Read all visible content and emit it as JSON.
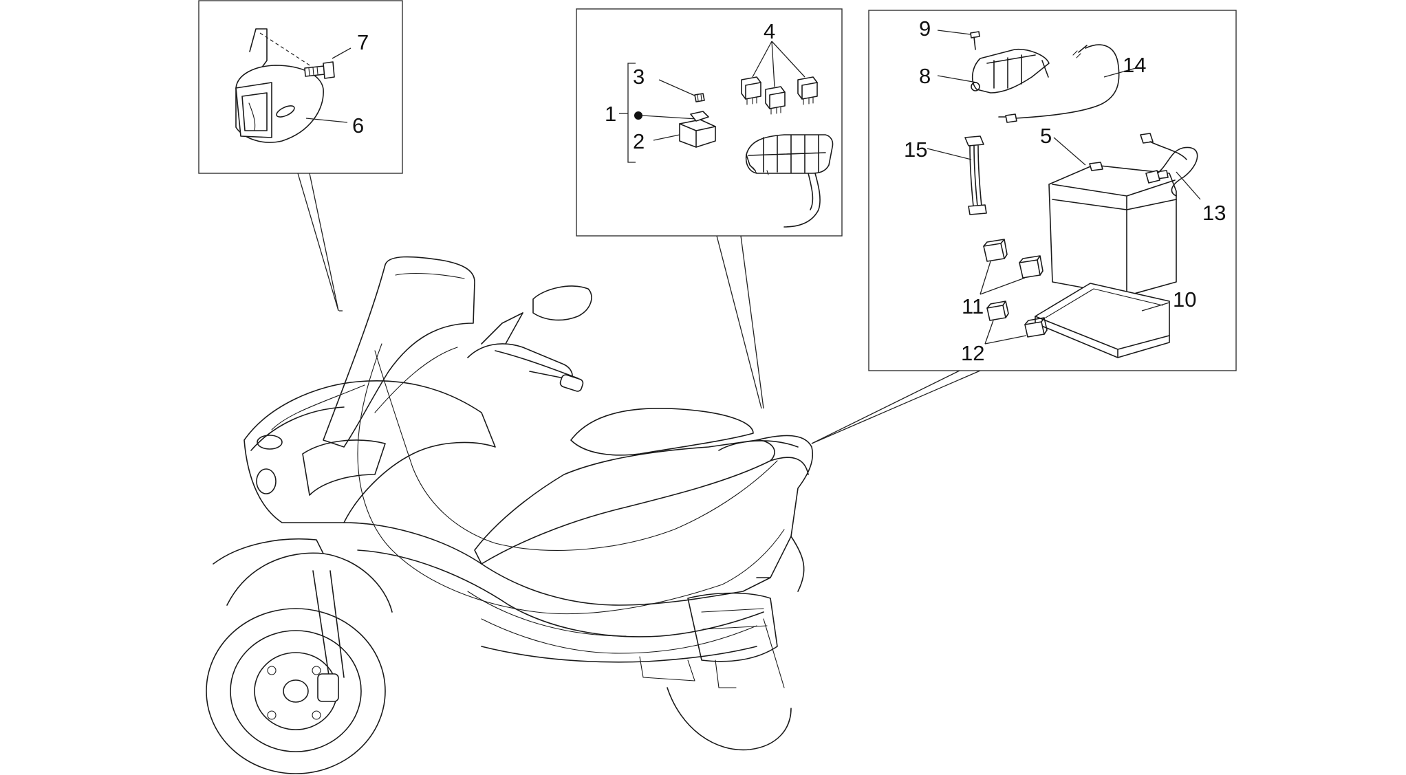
{
  "callouts": {
    "c1": "1",
    "c2": "2",
    "c3": "3",
    "c4": "4",
    "c5": "5",
    "c6": "6",
    "c7": "7",
    "c8": "8",
    "c9": "9",
    "c10": "10",
    "c11": "11",
    "c12": "12",
    "c13": "13",
    "c14": "14",
    "c15": "15"
  },
  "icons": {
    "horn": "horn-icon",
    "bolt": "bolt-icon",
    "relay": "relay-icon",
    "fuse": "fuse-icon",
    "fuse_holder": "fuse-holder-icon",
    "fuse_box": "fuse-box-icon",
    "battery": "battery-icon",
    "battery_cable": "battery-cable-icon",
    "ground_cable": "ground-cable-icon",
    "wiring_connector": "wiring-connector-icon",
    "battery_pad": "battery-pad-icon",
    "rubber_block": "rubber-block-icon",
    "scooter": "scooter-icon"
  },
  "colors": {
    "line": "#1a1a1a",
    "background": "#ffffff"
  }
}
